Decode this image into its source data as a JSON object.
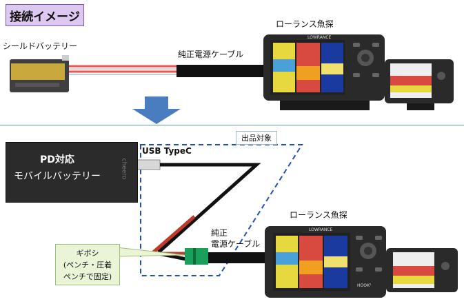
{
  "title": "接続イメージ",
  "top": {
    "battery_label": "シールドバッテリー",
    "cable_label": "純正電源ケーブル",
    "fishfinder_label": "ローランス魚探"
  },
  "bottom": {
    "scope_tag": "出品対象",
    "usb_label": "USB TypeC",
    "pd_battery_line1": "PD対応",
    "pd_battery_line2": "モバイルバッテリー",
    "battery_brand": "cheero",
    "cable_label_line1": "純正",
    "cable_label_line2": "電源ケーブル",
    "fishfinder_label": "ローランス魚探",
    "callout_line1": "ギボシ",
    "callout_line2": "(ペンチ・圧着",
    "callout_line3": "ペンチで固定)"
  },
  "devices": {
    "brand": "LOWRANCE",
    "model": "HOOK²"
  },
  "colors": {
    "title_bg": "#dcc8f0",
    "arrow": "#4a7dc0",
    "dashed_border": "#1f4fbf",
    "cable": "#111111",
    "red_wire": "#c0392b",
    "connector": "#1aa05a"
  }
}
